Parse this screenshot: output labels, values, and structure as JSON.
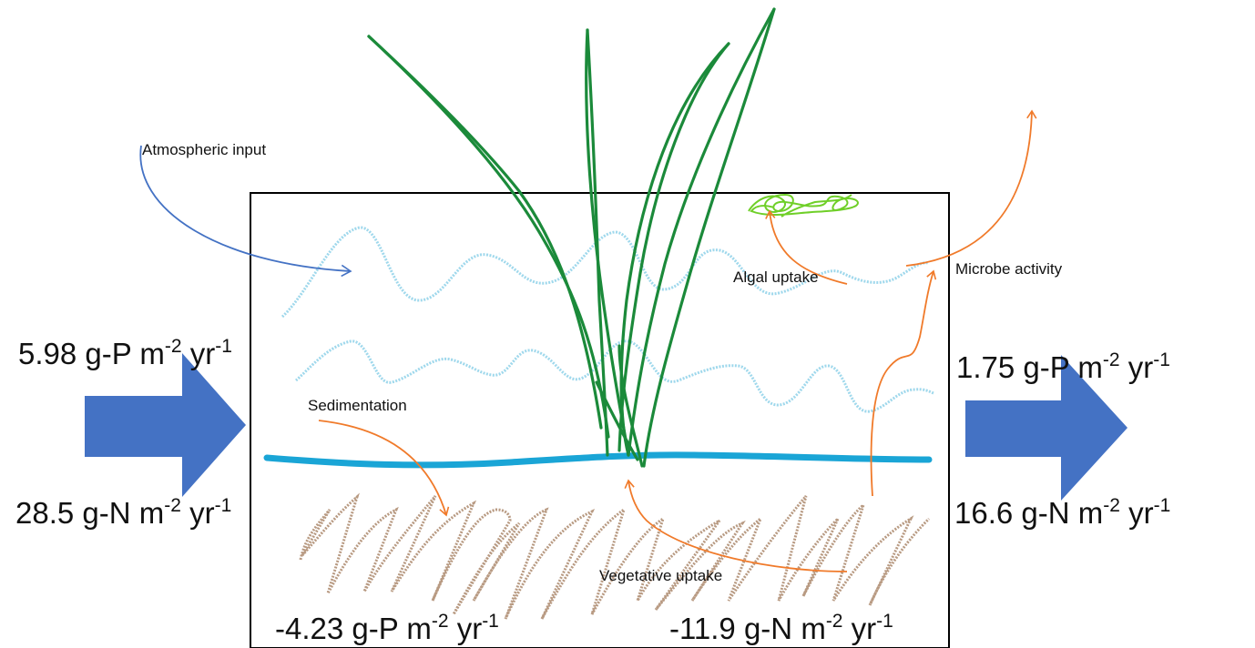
{
  "labels": {
    "atmospheric": "Atmospheric input",
    "algal": "Algal uptake",
    "microbe": "Microbe activity",
    "sedimentation": "Sedimentation",
    "vegetative": "Vegetative uptake"
  },
  "fluxes": {
    "inflow_p": {
      "num": "5.98",
      "unit": "g-P",
      "m": "m",
      "m_exp": "-2",
      "yr": "yr",
      "yr_exp": "-1"
    },
    "inflow_n": {
      "num": "28.5",
      "unit": "g-N",
      "m": "m",
      "m_exp": "-2",
      "yr": "yr",
      "yr_exp": "-1"
    },
    "outflow_p": {
      "num": "1.75",
      "unit": "g-P",
      "m": "m",
      "m_exp": "-2",
      "yr": "yr",
      "yr_exp": "-1"
    },
    "outflow_n": {
      "num": "16.6",
      "unit": "g-N",
      "m": "m",
      "m_exp": "-2",
      "yr": "yr",
      "yr_exp": "-1"
    },
    "storage_p": {
      "num": "-4.23",
      "unit": "g-P",
      "m": "m",
      "m_exp": "-2",
      "yr": "yr",
      "yr_exp": "-1"
    },
    "storage_n": {
      "num": "-11.9",
      "unit": "g-N",
      "m": "m",
      "m_exp": "-2",
      "yr": "yr",
      "yr_exp": "-1"
    }
  },
  "colors": {
    "flow_arrow": "#4472c4",
    "water": "#9fd8ec",
    "sediment_line": "#1aa5d6",
    "sediment": "#b89a82",
    "plant": "#1b8a3a",
    "algae": "#6fcf28",
    "process_arrow": "#f07a2a",
    "atmos_arrow": "#4472c4"
  }
}
